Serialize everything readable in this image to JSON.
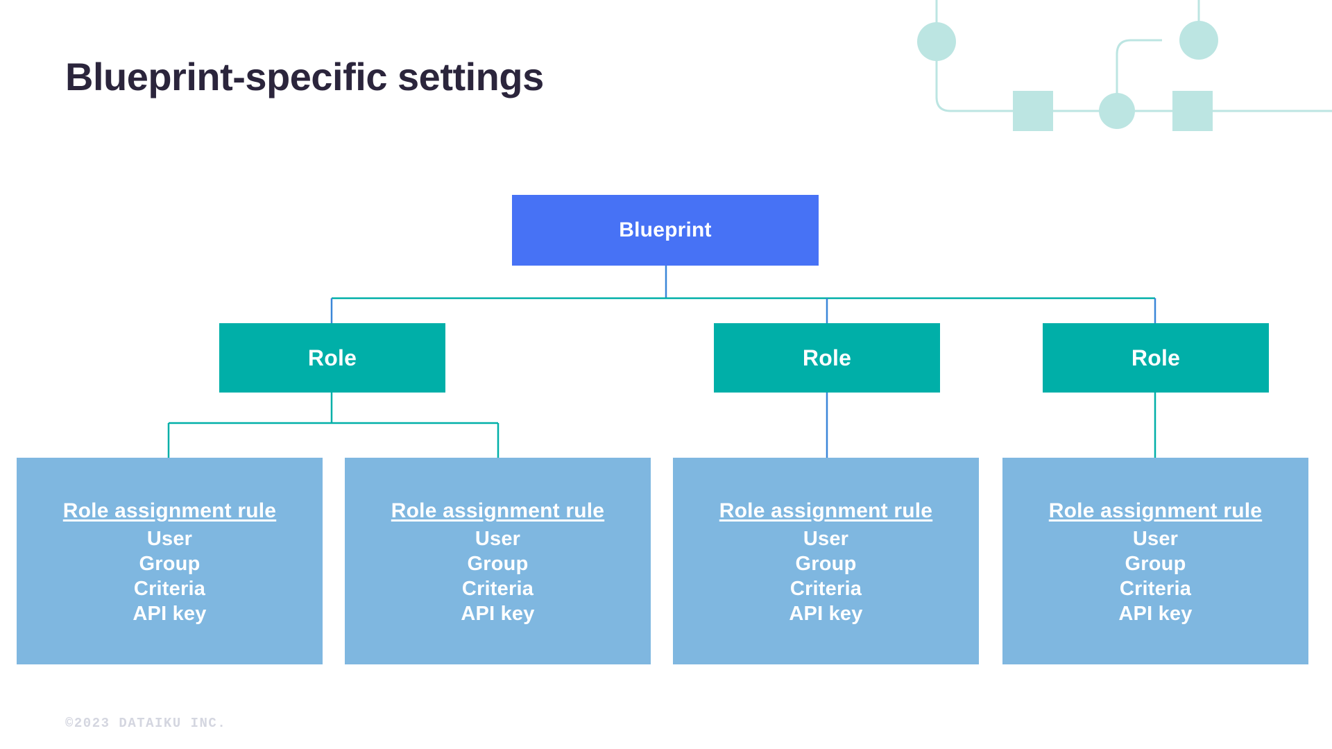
{
  "slide": {
    "title": "Blueprint-specific settings",
    "footer": "©2023 DATAIKU INC.",
    "background": "#FFFFFF",
    "title_color": "#2B253C",
    "footer_color": "#D4D6E0"
  },
  "decoration": {
    "name": "pipeline-graphic",
    "color": "#BCE5E2",
    "shapes": [
      "line",
      "circle",
      "line",
      "square",
      "circle",
      "square",
      "line"
    ]
  },
  "colors": {
    "blueprint": "#4772F5",
    "role": "#00AFA8",
    "rule": "#7FB7E0",
    "connector_blue": "#4772F5",
    "connector_teal": "#00AFA8",
    "text_on_node": "#FFFFFF"
  },
  "diagram": {
    "type": "hierarchy-tree",
    "root": {
      "label": "Blueprint",
      "color": "#4772F5"
    },
    "roles": [
      {
        "label": "Role",
        "color": "#00AFA8"
      },
      {
        "label": "Role",
        "color": "#00AFA8"
      },
      {
        "label": "Role",
        "color": "#00AFA8"
      }
    ],
    "rules": [
      {
        "title": "Role assignment rule",
        "items": [
          "User",
          "Group",
          "Criteria",
          "API key"
        ],
        "parent_role_index": 0
      },
      {
        "title": "Role assignment rule",
        "items": [
          "User",
          "Group",
          "Criteria",
          "API key"
        ],
        "parent_role_index": 0
      },
      {
        "title": "Role assignment rule",
        "items": [
          "User",
          "Group",
          "Criteria",
          "API key"
        ],
        "parent_role_index": 1
      },
      {
        "title": "Role assignment rule",
        "items": [
          "User",
          "Group",
          "Criteria",
          "API key"
        ],
        "parent_role_index": 2
      }
    ]
  }
}
